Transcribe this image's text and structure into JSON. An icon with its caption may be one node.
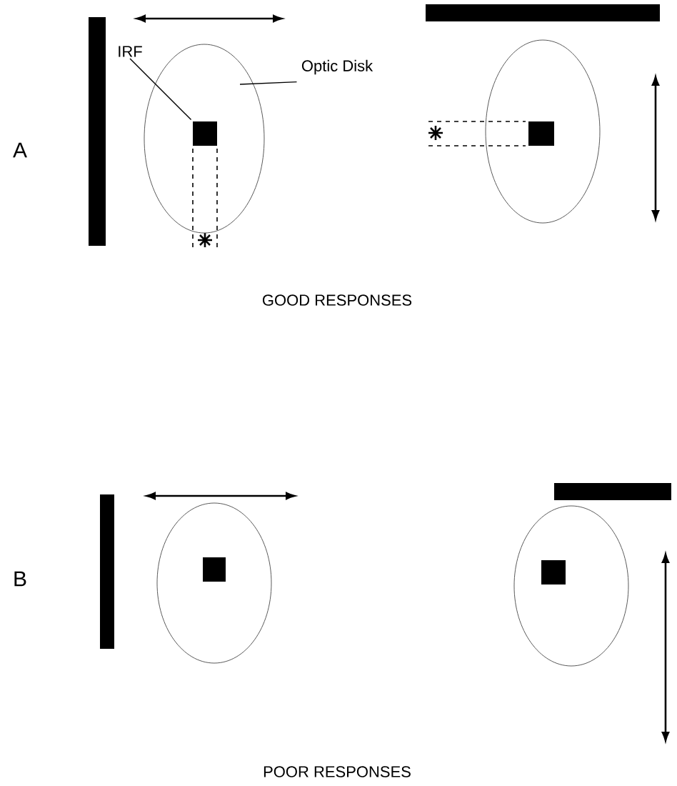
{
  "diagram": {
    "nodes": [
      {
        "text": [
          "IRF"
        ]
      },
      {
        "text": [
          "Optic Disk"
        ]
      },
      {
        "text": [],
        "shape": "ellipse"
      },
      {
        "text": [],
        "shape": "box",
        "in": 2
      },
      {
        "text": [],
        "shape": "ellipse"
      },
      {
        "text": [],
        "shape": "box",
        "in": 4
      },
      {
        "text": [],
        "shape": "ellipse"
      },
      {
        "text": [],
        "shape": "box",
        "in": 6
      },
      {
        "text": [],
        "shape": "ellipse"
      },
      {
        "text": [],
        "shape": "box",
        "in": 8
      }
    ],
    "edges": [
      {
        "from": 0,
        "to": 3,
        "arrow": "none"
      },
      {
        "from": 1,
        "to": 2,
        "arrow": "none"
      }
    ],
    "labels": [
      "A",
      "GOOD RESPONSES",
      "B",
      "POOR RESPONSES"
    ]
  }
}
